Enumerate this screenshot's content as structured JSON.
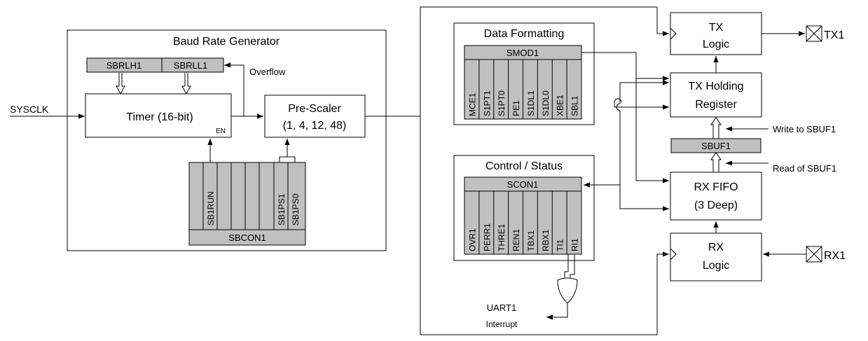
{
  "baud_rate_generator": {
    "title": "Baud Rate Generator",
    "reload_regs": [
      "SBRLH1",
      "SBRLL1"
    ],
    "overflow_label": "Overflow",
    "input_label": "SYSCLK",
    "timer_label": "Timer (16-bit)",
    "timer_enable_label": "EN",
    "prescaler_label": "Pre-Scaler",
    "prescaler_values": "(1, 4, 12, 48)",
    "sbcon_name": "SBCON1",
    "sbcon_bits": [
      "SB1RUN",
      "",
      "",
      "",
      "SB1PS1",
      "SB1PS0"
    ]
  },
  "data_formatting": {
    "title": "Data Formatting",
    "register_name": "SMOD1",
    "bits": [
      "MCE1",
      "S1PT1",
      "S1PT0",
      "PE1",
      "S1DL1",
      "S1DL0",
      "XBE1",
      "SBL1"
    ]
  },
  "control_status": {
    "title": "Control / Status",
    "register_name": "SCON1",
    "bits": [
      "OVR1",
      "PERR1",
      "THRE1",
      "REN1",
      "TBX1",
      "RBX1",
      "TI1",
      "RI1"
    ],
    "interrupt_label_1": "UART1",
    "interrupt_label_2": "Interrupt"
  },
  "tx_path": {
    "tx_logic_1": "TX",
    "tx_logic_2": "Logic",
    "holding_1": "TX Holding",
    "holding_2": "Register",
    "pin": "TX1",
    "write_label": "Write to SBUF1",
    "buffer": "SBUF1"
  },
  "rx_path": {
    "read_label": "Read of SBUF1",
    "fifo_1": "RX FIFO",
    "fifo_2": "(3 Deep)",
    "rx_logic_1": "RX",
    "rx_logic_2": "Logic",
    "pin": "RX1"
  }
}
